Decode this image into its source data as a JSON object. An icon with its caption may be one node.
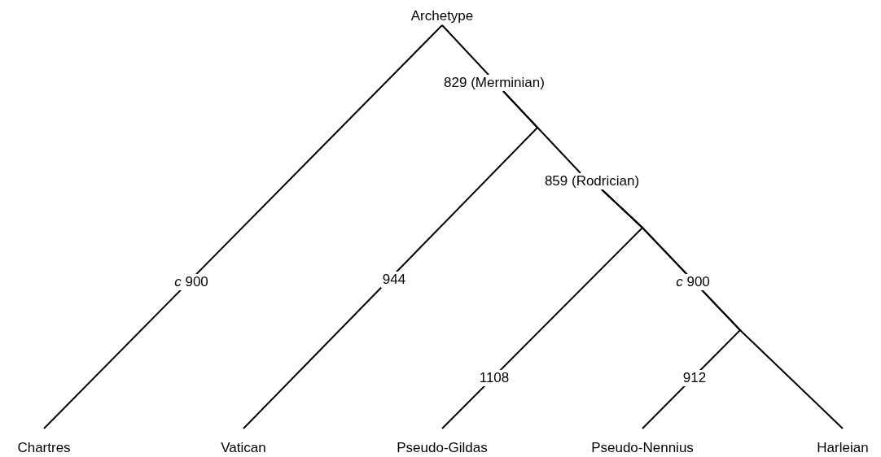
{
  "diagram": {
    "nodes": [
      {
        "text": [
          "Archetype"
        ]
      },
      {
        "text": [
          "829 (Merminian)"
        ]
      },
      {
        "text": [
          "859 (Rodrician)"
        ]
      },
      {
        "text": [
          "Chartres"
        ]
      },
      {
        "text": [
          "Vatican"
        ]
      },
      {
        "text": [
          "Pseudo-Gildas"
        ]
      },
      {
        "text": [
          "Pseudo-Nennius"
        ]
      },
      {
        "text": [
          "Harleian"
        ]
      }
    ],
    "edges": [
      {
        "from": 0,
        "to": 3,
        "arrow": "none",
        "label": "*c* 900"
      },
      {
        "from": 0,
        "to": 1,
        "arrow": "none"
      },
      {
        "from": 1,
        "to": 4,
        "arrow": "none",
        "label": "944"
      },
      {
        "from": 1,
        "to": 2,
        "arrow": "none"
      },
      {
        "from": 2,
        "to": 5,
        "arrow": "none",
        "label": "1108"
      },
      {
        "from": 2,
        "to": 6,
        "arrow": "none",
        "label": "912"
      },
      {
        "from": 2,
        "to": 7,
        "arrow": "none",
        "label": "*c* 900"
      }
    ]
  }
}
